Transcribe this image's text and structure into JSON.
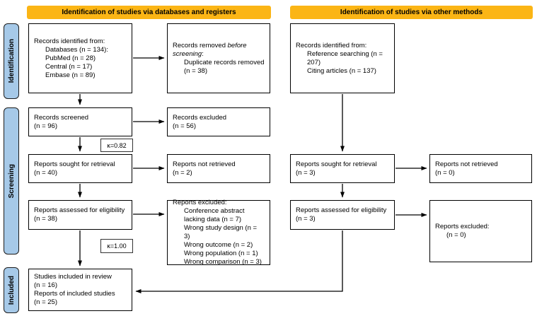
{
  "headers": {
    "left": "Identification of studies via databases and registers",
    "right": "Identification of studies via other methods"
  },
  "sidebar": {
    "identification": "Identification",
    "screening": "Screening",
    "included": "Included"
  },
  "colors": {
    "header_bg": "#FBB515",
    "sidebar_bg": "#A6C9E8",
    "box_border": "#000000"
  },
  "kappa": {
    "screening": "κ=0.82",
    "eligibility": "κ=1.00"
  },
  "boxes": {
    "db_identified": {
      "title": "Records identified from:",
      "items": [
        "Databases (n = 134):",
        "PubMed (n = 28)",
        "Central (n = 17)",
        "Embase (n = 89)"
      ]
    },
    "db_removed": {
      "prefix": "Records removed ",
      "italic": "before screening",
      "suffix": ":",
      "items": [
        "Duplicate records removed (n = 38)"
      ]
    },
    "db_screened": {
      "lines": [
        "Records screened",
        "(n = 96)"
      ]
    },
    "db_excluded": {
      "lines": [
        "Records excluded",
        "(n = 56)"
      ]
    },
    "db_sought": {
      "lines": [
        "Reports sought for retrieval",
        "(n = 40)"
      ]
    },
    "db_not_retrieved": {
      "lines": [
        "Reports not retrieved",
        "(n = 2)"
      ]
    },
    "db_assessed": {
      "lines": [
        "Reports assessed for eligibility",
        "(n = 38)"
      ]
    },
    "db_reports_excluded": {
      "title": "Reports excluded:",
      "items": [
        "Conference abstract lacking data (n = 7)",
        "Wrong study design (n = 3)",
        "Wrong outcome (n = 2)",
        "Wrong population (n = 1)",
        "Wrong comparison (n = 3)"
      ]
    },
    "included": {
      "lines": [
        "Studies included in review",
        "(n = 16)",
        "Reports of included studies",
        "(n = 25)"
      ]
    },
    "other_identified": {
      "title": "Records identified from:",
      "items": [
        "Reference searching (n = 207)",
        "Citing articles (n = 137)"
      ]
    },
    "other_sought": {
      "lines": [
        "Reports sought for retrieval",
        "(n = 3)"
      ]
    },
    "other_not_retrieved": {
      "lines": [
        "Reports not retrieved",
        "(n = 0)"
      ]
    },
    "other_assessed": {
      "lines": [
        "Reports assessed for eligibility",
        "(n = 3)"
      ]
    },
    "other_excluded": {
      "lines": [
        "Reports excluded:",
        "(n = 0)"
      ]
    }
  }
}
